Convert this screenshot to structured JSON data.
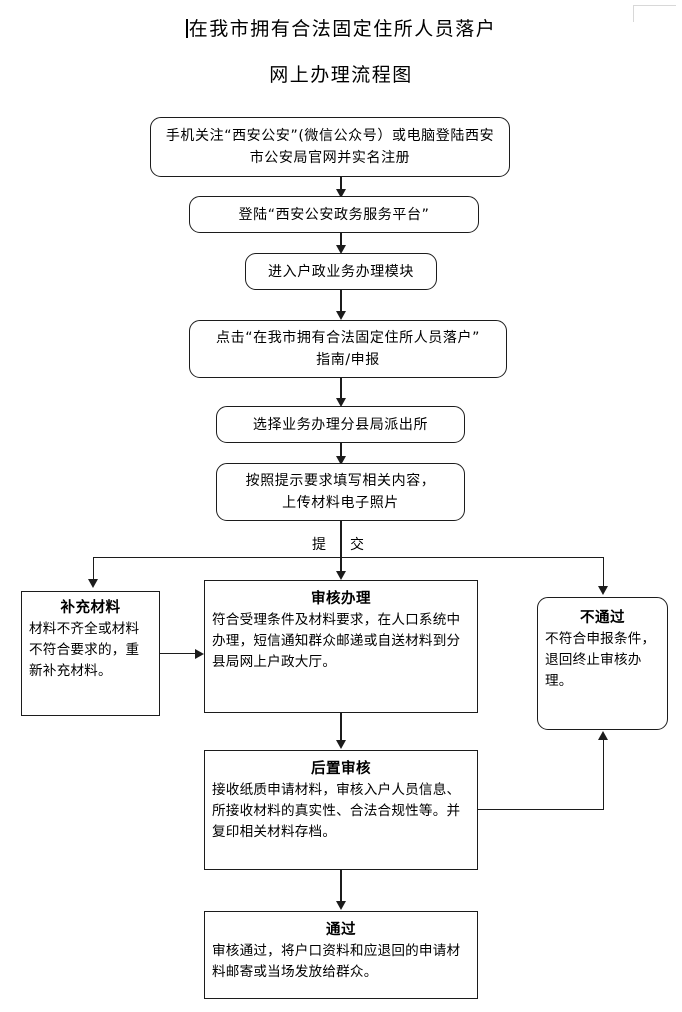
{
  "title": {
    "line1": "在我市拥有合法固定住所人员落户",
    "line2": "网上办理流程图"
  },
  "nodes": {
    "step1": {
      "line1": "手机关注“西安公安”(微信公众号）或电脑登陆西安",
      "line2": "市公安局官网并实名注册"
    },
    "step2": {
      "line1": "登陆“西安公安政务服务平台”"
    },
    "step3": {
      "line1": "进入户政业务办理模块"
    },
    "step4": {
      "line1": "点击“在我市拥有合法固定住所人员落户”",
      "line2": "指南/申报"
    },
    "step5": {
      "line1": "选择业务办理分县局派出所"
    },
    "step6": {
      "line1": "按照提示要求填写相关内容，",
      "line2": "上传材料电子照片"
    },
    "supplement": {
      "title": "补充材料",
      "body": "材料不齐全或材料不符合要求的，重新补充材料。"
    },
    "review": {
      "title": "审核办理",
      "body": "符合受理条件及材料要求，在人口系统中办理，短信通知群众邮递或自送材料到分县局网上户政大厅。"
    },
    "reject": {
      "title": "不通过",
      "body": "不符合申报条件，退回终止审核办理。"
    },
    "postreview": {
      "title": "后置审核",
      "body": "接收纸质申请材料，审核入户人员信息、所接收材料的真实性、合法合规性等。并复印相关材料存档。"
    },
    "pass": {
      "title": "通过",
      "body": "审核通过，将户口资料和应退回的申请材料邮寄或当场发放给群众。"
    }
  },
  "edge_labels": {
    "submit_left": "提",
    "submit_right": "交"
  },
  "colors": {
    "line": "#1c1c1c",
    "background": "#ffffff",
    "crop_mark": "#d8d8d8"
  }
}
